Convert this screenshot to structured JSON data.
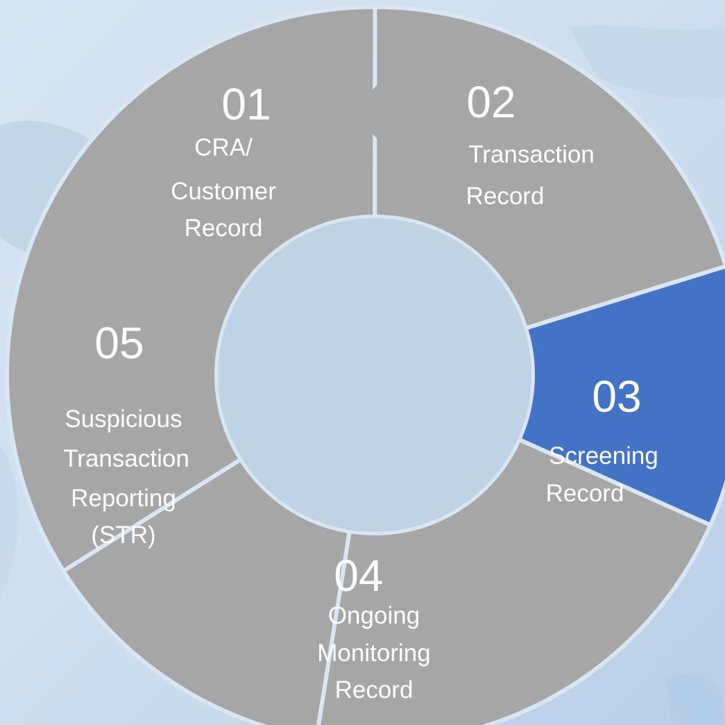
{
  "colors": {
    "background": "#cfe0f1",
    "segment_default": "#a6a6a6",
    "segment_active": "#4472c4",
    "hub": "#bfd3e6",
    "separator": "#d8e6f3"
  },
  "segments": [
    {
      "id": "01",
      "number": "01",
      "label_lines": [
        "CRA/",
        "Customer",
        "Record"
      ],
      "active": false
    },
    {
      "id": "02",
      "number": "02",
      "label_lines": [
        "Transaction",
        "Record"
      ],
      "active": true
    },
    {
      "id": "03",
      "number": "03",
      "label_lines": [
        "Screening",
        "Record"
      ],
      "active": false
    },
    {
      "id": "04",
      "number": "04",
      "label_lines": [
        "Ongoing",
        "Monitoring",
        "Record"
      ],
      "active": false
    },
    {
      "id": "05",
      "number": "05",
      "label_lines": [
        "Suspicious",
        "Transaction",
        "Reporting",
        "(STR)"
      ],
      "active": false
    }
  ]
}
